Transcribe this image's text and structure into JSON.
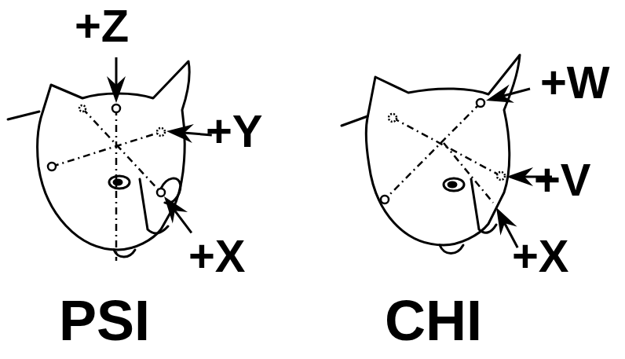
{
  "diagram": {
    "labels": [
      "+Z",
      "+Y",
      "+X",
      "PSI",
      "+W",
      "+V",
      "+X",
      "CHI"
    ]
  }
}
